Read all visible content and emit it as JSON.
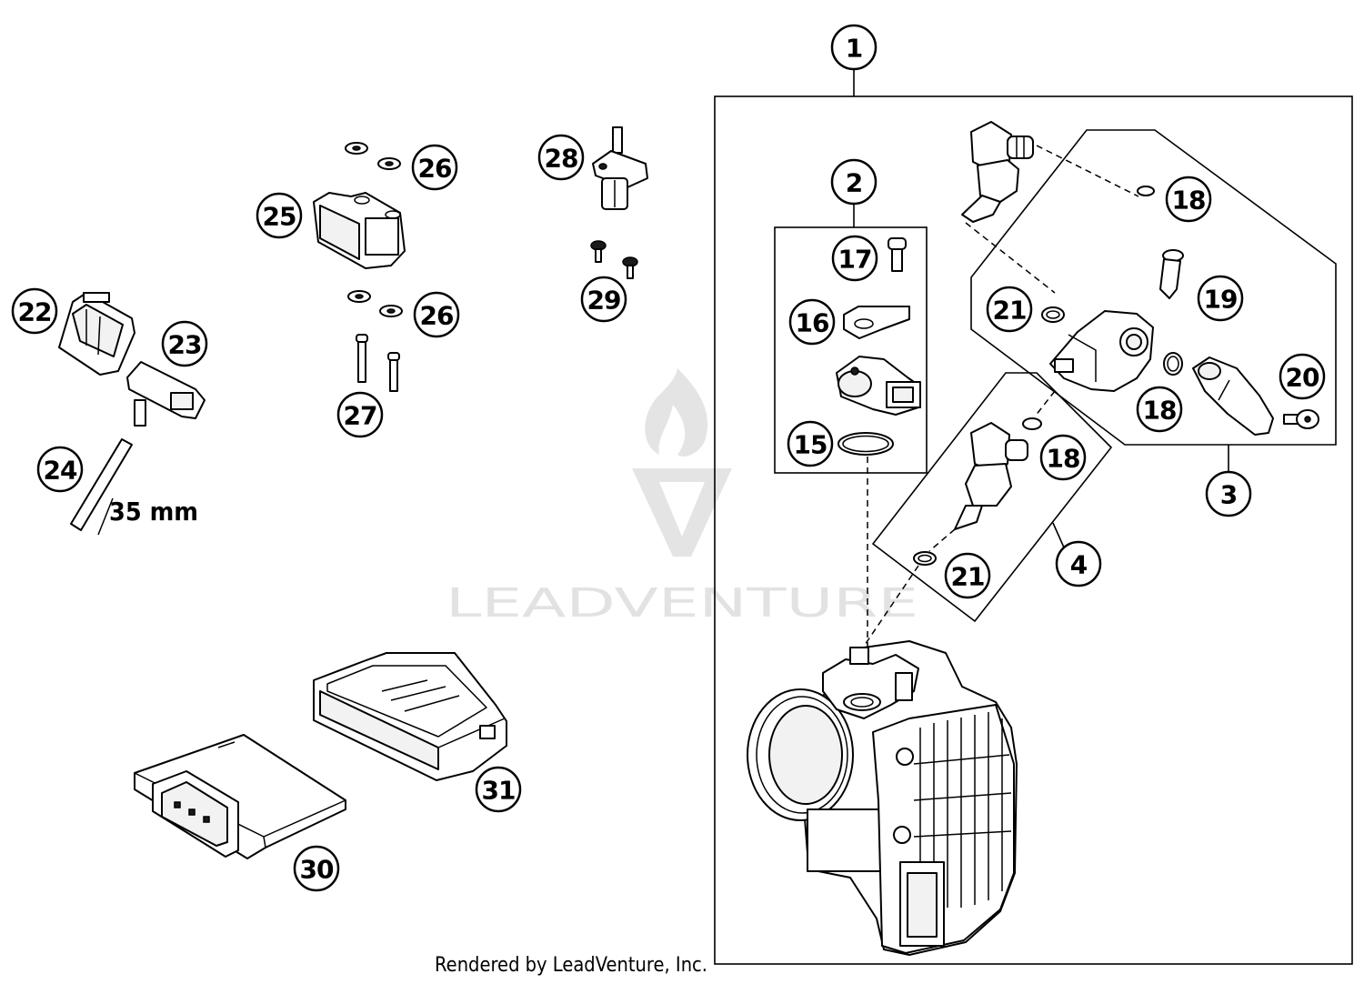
{
  "diagram": {
    "callouts": [
      "1",
      "2",
      "17",
      "16",
      "15",
      "18",
      "21",
      "19",
      "20",
      "18",
      "18",
      "3",
      "4",
      "21",
      "28",
      "26",
      "25",
      "29",
      "26",
      "22",
      "23",
      "27",
      "24",
      "31",
      "30"
    ],
    "dimension_label": "35 mm",
    "watermark": "LEADVENTURE",
    "footer": "Rendered by LeadVenture, Inc."
  }
}
